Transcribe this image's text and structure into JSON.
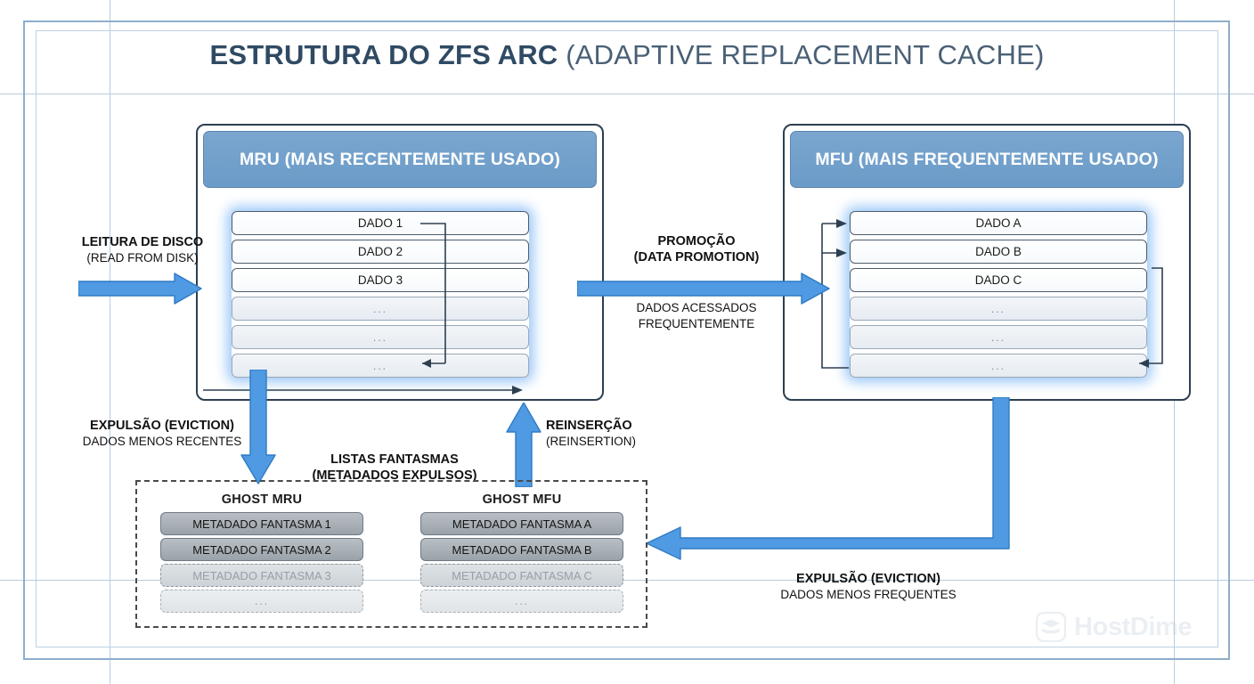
{
  "title": {
    "bold": "ESTRUTURA DO ZFS ARC ",
    "light": "(ADAPTIVE REPLACEMENT CACHE)"
  },
  "mru": {
    "header": "MRU (MAIS RECENTEMENTE USADO)",
    "rows": [
      "DADO 1",
      "DADO 2",
      "DADO 3",
      "...",
      "...",
      "..."
    ]
  },
  "mfu": {
    "header": "MFU (MAIS FREQUENTEMENTE USADO)",
    "rows": [
      "DADO A",
      "DADO B",
      "DADO C",
      "...",
      "...",
      "..."
    ]
  },
  "labels": {
    "read_from_disk": {
      "line1": "LEITURA DE DISCO",
      "line2": "(READ FROM DISK)"
    },
    "promotion": {
      "line1": "PROMOÇÃO",
      "line2": "(DATA PROMOTION)",
      "sub1": "DADOS ACESSADOS",
      "sub2": "FREQUENTEMENTE"
    },
    "eviction_recent": {
      "line1": "EXPULSÃO (EVICTION)",
      "line2": "DADOS MENOS RECENTES"
    },
    "reinsertion": {
      "line1": "REINSERÇÃO",
      "line2": "(REINSERTION)"
    },
    "eviction_frequent": {
      "line1": "EXPULSÃO (EVICTION)",
      "line2": "DADOS MENOS FREQUENTES"
    },
    "ghost_lists": {
      "line1": "LISTAS FANTASMAS",
      "line2": "(METADADOS EXPULSOS)"
    }
  },
  "ghost_mru": {
    "title": "GHOST MRU",
    "rows": [
      "METADADO FANTASMA 1",
      "METADADO FANTASMA 2",
      "METADADO FANTASMA 3",
      "..."
    ]
  },
  "ghost_mfu": {
    "title": "GHOST MFU",
    "rows": [
      "METADADO FANTASMA A",
      "METADADO FANTASMA B",
      "METADADO FANTASMA C",
      "..."
    ]
  },
  "watermark": {
    "text": "HostDime",
    "icon": "hostdime-logo-icon"
  },
  "colors": {
    "header_blue": "#6b9bc8",
    "arrow_blue": "#4f9ae2",
    "arrow_blue_dark": "#2f7bc4",
    "title_navy": "#2f4a63",
    "frame_blue": "#8eaec9",
    "ghost_gray": "#9aa2a9"
  }
}
